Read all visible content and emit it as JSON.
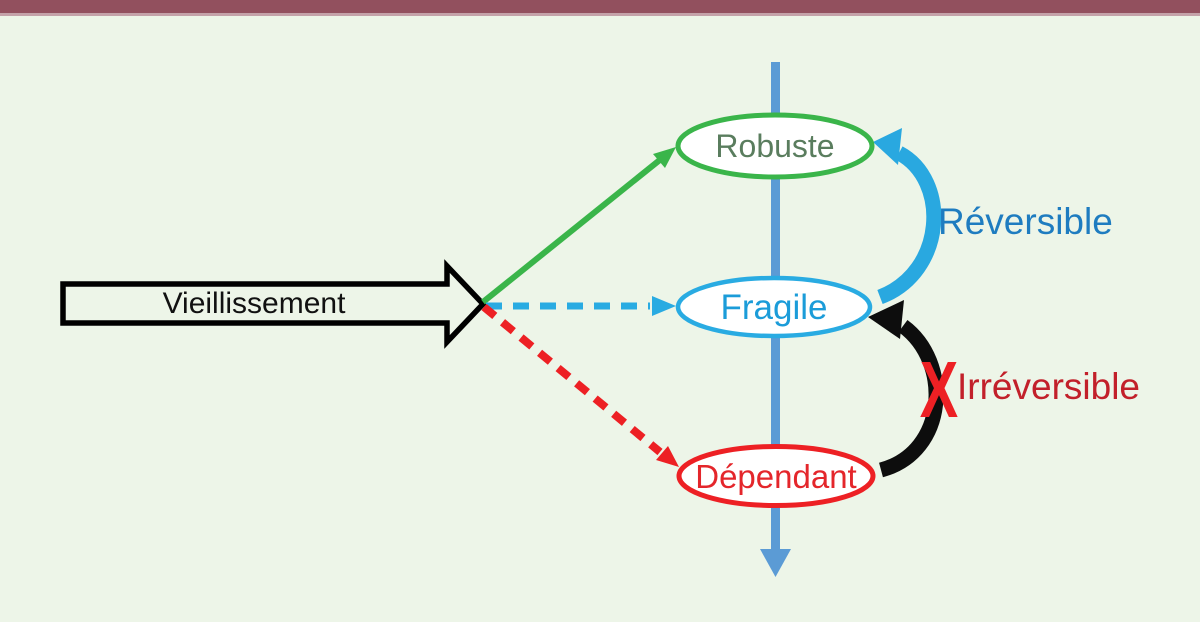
{
  "page": {
    "bg_color": "#edf5e8",
    "top_bar": {
      "color": "#92505e",
      "edge_color": "#c4a2a9"
    }
  },
  "diagram": {
    "aging_arrow": {
      "label": "Vieillissement",
      "outline_color": "#000000"
    },
    "timeline": {
      "color": "#5b9bd5"
    },
    "nodes": {
      "robuste": {
        "label": "Robuste",
        "stroke_color": "#3ab54a",
        "text_color": "#5a7d5e",
        "fill": "#ffffff"
      },
      "fragile": {
        "label": "Fragile",
        "stroke_color": "#29abe2",
        "text_color": "#1b9cd9",
        "fill": "#ffffff"
      },
      "dependant": {
        "label": "Dépendant",
        "stroke_color": "#ed2024",
        "text_color": "#e4262b",
        "fill": "#ffffff"
      }
    },
    "edges": {
      "to_robuste_color": "#3ab54a",
      "to_fragile_color": "#29abe2",
      "to_dependant_color": "#ed2024"
    },
    "reversible": {
      "label": "Réversible",
      "arrow_color": "#29a8e0",
      "text_color": "#1e7cc0"
    },
    "irreversible": {
      "label": "Irréversible",
      "arrow_color": "#0d0d0d",
      "text_color": "#c2202a",
      "x_mark": "X",
      "x_color": "#ed2024"
    }
  }
}
